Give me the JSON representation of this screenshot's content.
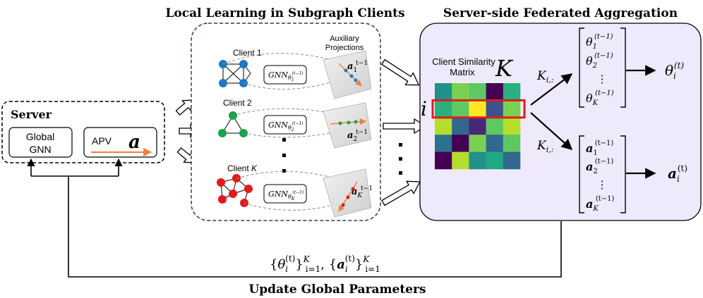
{
  "titles": {
    "local": "Local Learning in Subgraph Clients",
    "server_side": "Server-side Federated Aggregation",
    "bottom": "Update Global Parameters"
  },
  "server": {
    "label": "Server",
    "global_gnn_line1": "Global",
    "global_gnn_line2": "GNN",
    "apv_label": "APV",
    "apv_symbol": "a"
  },
  "clients": {
    "aux_line1": "Auxiliary",
    "aux_line2": "Projections",
    "items": [
      {
        "label_prefix": "Client ",
        "label_index": "1",
        "gnn": "GNN",
        "gnn_sub": "θ",
        "gnn_sub_index": "1",
        "gnn_sup": "(t−1)",
        "apv": "a",
        "apv_sub": "1",
        "apv_sup": "t−1",
        "color": "#1f77c4"
      },
      {
        "label_prefix": "Client ",
        "label_index": "2",
        "gnn": "GNN",
        "gnn_sub": "θ",
        "gnn_sub_index": "2",
        "gnn_sup": "(t−1)",
        "apv": "a",
        "apv_sub": "2",
        "apv_sup": "t−1",
        "color": "#1aa34a"
      },
      {
        "label_prefix": "Client ",
        "label_index": "K",
        "gnn": "GNN",
        "gnn_sub": "θ",
        "gnn_sub_index": "K",
        "gnn_sup": "(t−1)",
        "apv": "a",
        "apv_sub": "K",
        "apv_sup": "t−1",
        "color": "#e31a1c"
      }
    ]
  },
  "aggregation": {
    "matrix_line1": "Client Similarity",
    "matrix_line2": "Matrix",
    "matrix_symbol": "K",
    "row_symbol": "i",
    "weight_symbol": "K",
    "weight_sub": "i,:",
    "theta_vector": {
      "symbol": "θ",
      "sup": "(t−1)",
      "subs": [
        "1",
        "2",
        "K"
      ],
      "dots": "⋮"
    },
    "apv_vector": {
      "symbol": "a",
      "sup": "(t−1)",
      "subs": [
        "1",
        "2",
        "K"
      ],
      "dots": "⋮"
    },
    "theta_out": {
      "symbol": "θ",
      "sub": "i",
      "sup": "(t)"
    },
    "apv_out": {
      "symbol": "a",
      "sub": "i",
      "sup": "(t)"
    }
  },
  "feedback": {
    "theta": "θ",
    "apv": "a",
    "sub": "i",
    "sup": "(t)",
    "range_sub": "i=1",
    "range_sup": "K",
    "lbrace": "{",
    "rbrace": "}",
    "sep": ", "
  },
  "matrix": {
    "colors": [
      [
        "#21918c",
        "#7ad151",
        "#5ec962",
        "#440154",
        "#2ab07f"
      ],
      [
        "#2ab07f",
        "#5ec962",
        "#fde725",
        "#3b528b",
        "#7ad151"
      ],
      [
        "#b5de2b",
        "#31688e",
        "#482878",
        "#5ec962",
        "#b5de2b"
      ],
      [
        "#2c728e",
        "#440154",
        "#7ad151",
        "#31688e",
        "#5ec962"
      ],
      [
        "#440154",
        "#b5de2b",
        "#21918c",
        "#22a884",
        "#31688e"
      ]
    ],
    "highlight_row": 1,
    "highlight_color": "#e31a1c"
  }
}
